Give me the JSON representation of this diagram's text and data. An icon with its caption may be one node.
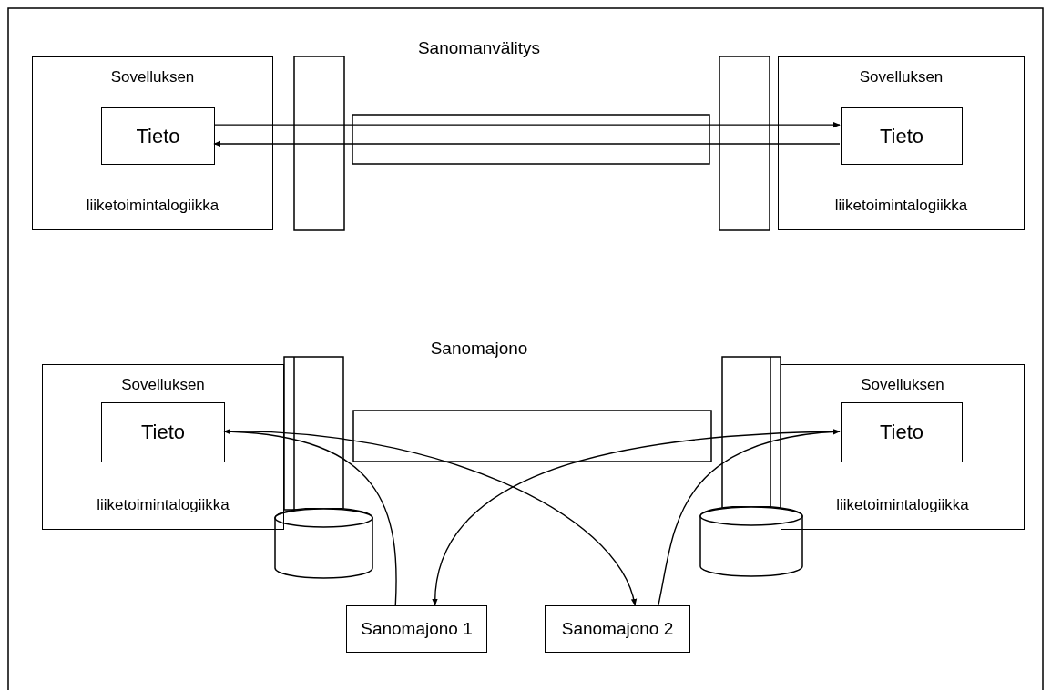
{
  "diagram": {
    "nodes": [
      {
        "text": [
          "Sovelluksen",
          "liiketoimintalogiikka"
        ]
      },
      {
        "text": [
          "Tieto"
        ],
        "in": 0
      },
      {
        "text": [
          "Sovelluksen",
          "liiketoimintalogiikka"
        ]
      },
      {
        "text": [
          "Tieto"
        ],
        "in": 2
      },
      {
        "text": [
          "Sovelluksen",
          "liiketoimintalogiikka"
        ]
      },
      {
        "text": [
          "Tieto"
        ],
        "in": 4
      },
      {
        "text": [],
        "shape": "cylinder"
      },
      {
        "text": [
          "Sovelluksen",
          "liiketoimintalogiikka"
        ]
      },
      {
        "text": [
          "Tieto"
        ],
        "in": 7
      },
      {
        "text": [],
        "shape": "cylinder"
      },
      {
        "text": [
          "Sanomajono 1"
        ]
      },
      {
        "text": [
          "Sanomajono 2"
        ]
      }
    ],
    "edges": [
      {
        "from": 1,
        "to": 3,
        "arrow": "to"
      },
      {
        "from": 3,
        "to": 1,
        "arrow": "to"
      },
      {
        "from": 10,
        "to": 5,
        "arrow": "to"
      },
      {
        "from": 5,
        "to": 11,
        "arrow": "to"
      },
      {
        "from": 8,
        "to": 10,
        "arrow": "to"
      },
      {
        "from": 11,
        "to": 8,
        "arrow": "to"
      }
    ],
    "labels": [
      "Sanomanvälitys",
      "Sanomajono"
    ]
  }
}
